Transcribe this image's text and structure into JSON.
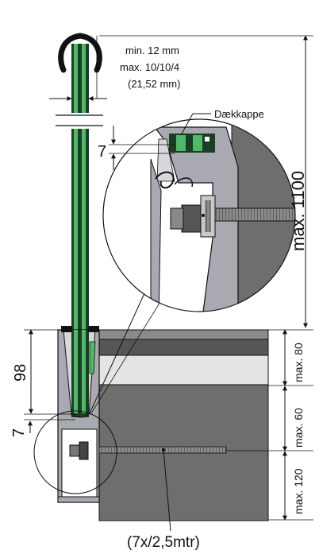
{
  "labels": {
    "glass_spec_line1": "min. 12 mm",
    "glass_spec_line2": "max. 10/10/4",
    "glass_spec_line3": "(21,52  mm)",
    "cap_label": "Dækkappe",
    "total_height": "max. 1100",
    "dim_98": "98",
    "dim_7_top": "7",
    "dim_7_bottom": "7",
    "dim_max80": "max. 80",
    "dim_max60": "max. 60",
    "dim_max120": "max. 120",
    "bolt_spec": "(7x/2,5mtr)"
  },
  "colors": {
    "glass_green": "#4fb96a",
    "glass_dark": "#1b3d24",
    "profile_grey": "#a9a9b1",
    "wall_grey": "#6e6e6e",
    "slab_dark": "#565656",
    "slab_light": "#e4e4e4",
    "line": "#111111"
  }
}
